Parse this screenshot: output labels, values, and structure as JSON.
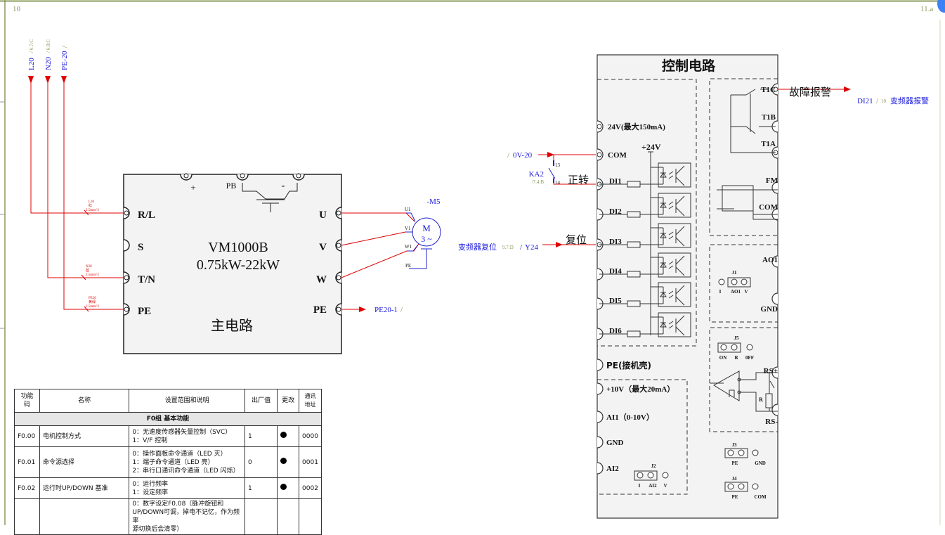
{
  "sheet": {
    "left_number": "10",
    "right_ref": "11.a",
    "border_color": "#8a9a5b"
  },
  "supply": {
    "wires": [
      {
        "label": "L20",
        "ref": "/ 6.7:C",
        "cable": "L20",
        "color_note": "红",
        "size": "2.5mm^2",
        "terminal": "R/L"
      },
      {
        "label": "N20",
        "ref": "/ 6.8:C",
        "cable": "N20",
        "color_note": "蓝",
        "size": "2.5mm^2",
        "terminal": "T/N"
      },
      {
        "label": "PE-20",
        "ref": "/",
        "cable": "PE20",
        "color_note": "黄绿",
        "size": "2.5mm^2",
        "terminal": "PE"
      }
    ]
  },
  "main_circuit": {
    "model": "VM1000B",
    "power_range": "0.75kW-22kW",
    "title": "主电路",
    "left_terminals": [
      "R/L",
      "S",
      "T/N",
      "PE"
    ],
    "right_terminals": [
      "U",
      "V",
      "W",
      "PE"
    ],
    "top_labels": {
      "plus": "+",
      "pb": "PB",
      "minus": "-"
    }
  },
  "motor": {
    "tag": "-M5",
    "symbol": "M",
    "phase": "3 ~",
    "leads": [
      "U1",
      "V1",
      "W1"
    ],
    "pe": "PE"
  },
  "pe_out": {
    "label": "PE20-1",
    "ref": "/"
  },
  "control_circuit": {
    "title": "控制电路",
    "left_terminals": [
      "24V(最大150mA)",
      "COM",
      "DI1",
      "DI2",
      "DI3",
      "DI4",
      "DI5",
      "DI6",
      "PE(接机壳)",
      "+10V（最大20mA）",
      "AI1（0-10V）",
      "GND",
      "AI2"
    ],
    "plus24": "+24V",
    "right_terminals": [
      "T1C",
      "T1B",
      "T1A",
      "FM",
      "COM",
      "AO1",
      "GND",
      "RS+",
      "RS-"
    ],
    "jumpers": {
      "J1": {
        "name": "J1",
        "labels": [
          "I",
          "AO1",
          "V"
        ]
      },
      "J2": {
        "name": "J2",
        "labels": [
          "I",
          "AI2",
          "V"
        ]
      },
      "J3": {
        "name": "J3",
        "labels": [
          "PE",
          "GND"
        ]
      },
      "J4": {
        "name": "J4",
        "labels": [
          "PE",
          "COM"
        ]
      },
      "J5": {
        "name": "J5",
        "labels": [
          "ON",
          "R",
          "0FF"
        ]
      }
    },
    "resistor_label": "R"
  },
  "external": {
    "com_in": {
      "ref": "/",
      "label": "0V-20"
    },
    "relay": {
      "tag": "KA2",
      "ref": "/7.4:B",
      "pin_a": "13",
      "pin_b": "14"
    },
    "forward_label": "正转",
    "reset_label": "复位",
    "reset_in": {
      "desc": "变频器复位",
      "ref": "9.7:D",
      "slash": "/",
      "label": "Y24"
    },
    "fault_label": "故障报警",
    "fault_out": {
      "label": "DI21",
      "slash": "/",
      "ref": "10",
      "desc": "变频器报警"
    }
  },
  "table": {
    "headers": [
      "功能码",
      "名称",
      "设置范围和说明",
      "出厂值",
      "更改",
      "通讯地址"
    ],
    "group": "F0组 基本功能",
    "rows": [
      {
        "code": "F0.00",
        "name": "电机控制方式",
        "desc": [
          "0：无速度传感器矢量控制（SVC）",
          "1：V/F 控制"
        ],
        "default": "1",
        "change": "●",
        "addr": "0000"
      },
      {
        "code": "F0.01",
        "name": "命令源选择",
        "desc": [
          "0：操作面板命令通道（LED 灭）",
          "1：端子命令通道（LED 亮）",
          "2：串行口通讯命令通道（LED 闪烁）"
        ],
        "default": "0",
        "change": "●",
        "addr": "0001"
      },
      {
        "code": "F0.02",
        "name": "运行时UP/DOWN 基准",
        "desc": [
          "0：运行频率",
          "1：设定频率"
        ],
        "default": "1",
        "change": "●",
        "addr": "0002"
      },
      {
        "code": "",
        "name": "",
        "desc": [
          "0：数字设定F0.08（脉冲旋钮和",
          "UP/DOWN可调，掉电不记忆，作为频率",
          "源切换后会清零）"
        ],
        "default": "",
        "change": "",
        "addr": ""
      }
    ]
  }
}
